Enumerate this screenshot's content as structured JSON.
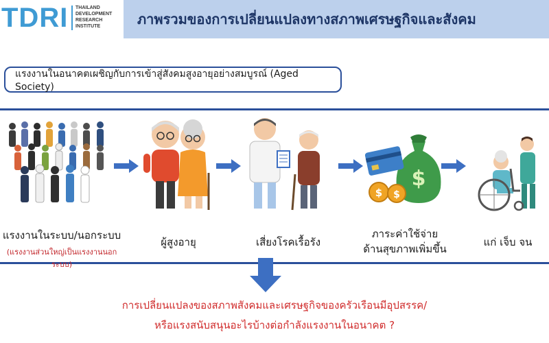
{
  "logo": {
    "mark": "TDRI",
    "line1": "THAILAND",
    "line2": "DEVELOPMENT",
    "line3": "RESEARCH",
    "line4": "INSTITUTE"
  },
  "header": {
    "title": "ภาพรวมของการเปลี่ยนแปลงทางสภาพเศรษฐกิจและสังคม"
  },
  "subtitle": "แรงงานในอนาคตเผชิญกับการเข้าสู่สังคมสูงอายุอย่างสมบูรณ์ (Aged Society)",
  "steps": [
    {
      "label": "แรงงานในระบบ/นอกระบบ",
      "note": "(แรงงานส่วนใหญ่เป็นแรงงานนอกระบบ)",
      "icon": "workforce-crowd"
    },
    {
      "label": "ผู้สูงอายุ",
      "icon": "elderly-couple"
    },
    {
      "label": "เสี่ยงโรคเรื้อรัง",
      "icon": "doctor-patient"
    },
    {
      "label_line1": "ภาระค่าใช้จ่าย",
      "label_line2": "ด้านสุขภาพเพิ่มขึ้น",
      "icon": "money-bag-card"
    },
    {
      "label": "แก่ เจ็บ จน",
      "icon": "wheelchair-caregiver"
    }
  ],
  "question_line1": "การเปลี่ยนแปลงของสภาพสังคมและเศรษฐกิจของครัวเรือนมีอุปสรรค/",
  "question_line2": "หรือแรงสนับสนุนอะไรบ้างต่อกำลังแรงงานในอนาคต ?",
  "colors": {
    "title_bar": "#bcd0ec",
    "title_text": "#1d3566",
    "accent_blue": "#2a4f9a",
    "arrow_blue": "#3d6fc2",
    "red_text": "#d02b2b"
  }
}
